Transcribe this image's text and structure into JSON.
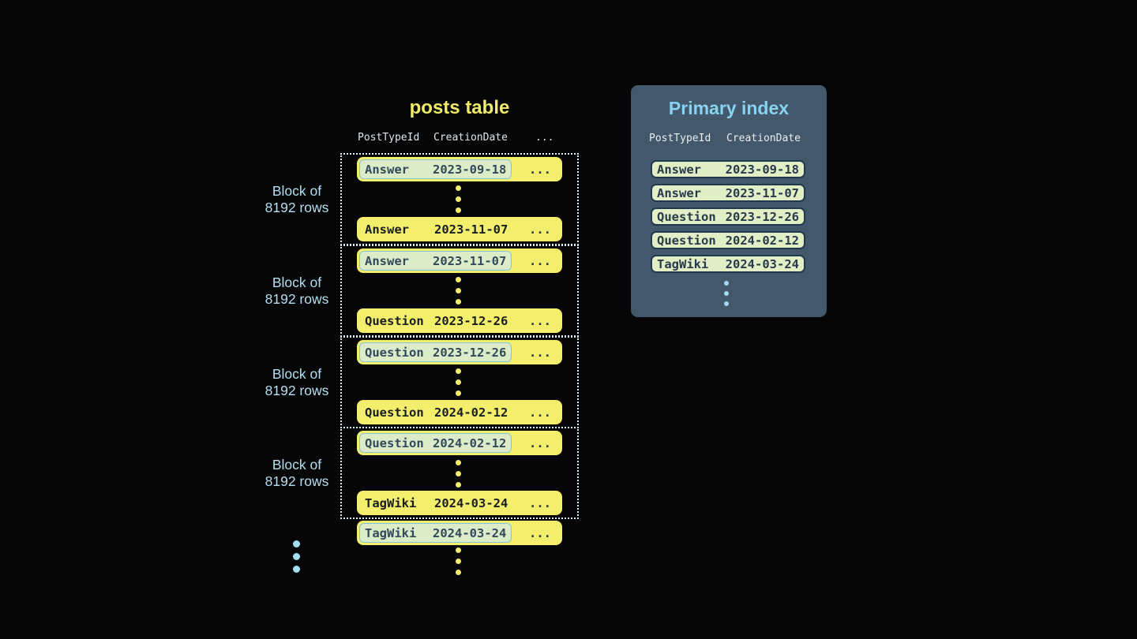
{
  "posts_table": {
    "title": "posts table",
    "headers": {
      "col1": "PostTypeId",
      "col2": "CreationDate",
      "col3": "..."
    },
    "block_label": {
      "line1": "Block of",
      "line2": "8192 rows"
    },
    "blocks": [
      {
        "first": {
          "type": "Answer",
          "date": "2023-09-18",
          "more": "..."
        },
        "last": {
          "type": "Answer",
          "date": "2023-11-07",
          "more": "..."
        }
      },
      {
        "first": {
          "type": "Answer",
          "date": "2023-11-07",
          "more": "..."
        },
        "last": {
          "type": "Question",
          "date": "2023-12-26",
          "more": "..."
        }
      },
      {
        "first": {
          "type": "Question",
          "date": "2023-12-26",
          "more": "..."
        },
        "last": {
          "type": "Question",
          "date": "2024-02-12",
          "more": "..."
        }
      },
      {
        "first": {
          "type": "Question",
          "date": "2024-02-12",
          "more": "..."
        },
        "last": {
          "type": "TagWiki",
          "date": "2024-03-24",
          "more": "..."
        }
      }
    ],
    "overflow_row": {
      "type": "TagWiki",
      "date": "2024-03-24",
      "more": "..."
    }
  },
  "primary_index": {
    "title": "Primary index",
    "headers": {
      "col1": "PostTypeId",
      "col2": "CreationDate"
    },
    "rows": [
      {
        "type": "Answer",
        "date": "2023-09-18"
      },
      {
        "type": "Answer",
        "date": "2023-11-07"
      },
      {
        "type": "Question",
        "date": "2023-12-26"
      },
      {
        "type": "Question",
        "date": "2024-02-12"
      },
      {
        "type": "TagWiki",
        "date": "2024-03-24"
      }
    ]
  },
  "colors": {
    "background": "#060606",
    "row_yellow": "#f3ef6c",
    "highlight_green": "#dcecc9",
    "highlight_border_blue": "#7ec4dd",
    "panel_slate": "#43586a",
    "accent_light_blue": "#87d3f1",
    "title_yellow": "#f1ed68",
    "index_row_green": "#e2efc6",
    "index_row_border": "#21394e"
  }
}
